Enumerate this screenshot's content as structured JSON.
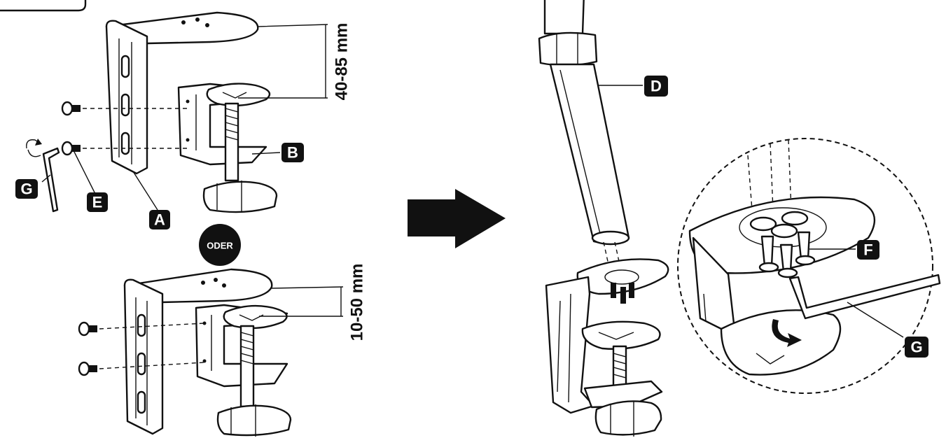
{
  "labels": {
    "a": "A",
    "b": "B",
    "d": "D",
    "e": "E",
    "f": "F",
    "g_left": "G",
    "g_right": "G"
  },
  "dimensions": {
    "top_range": "40-85 mm",
    "bottom_range": "10-50 mm"
  },
  "separator": "ODER",
  "colors": {
    "ink": "#111111",
    "paper": "#ffffff"
  }
}
